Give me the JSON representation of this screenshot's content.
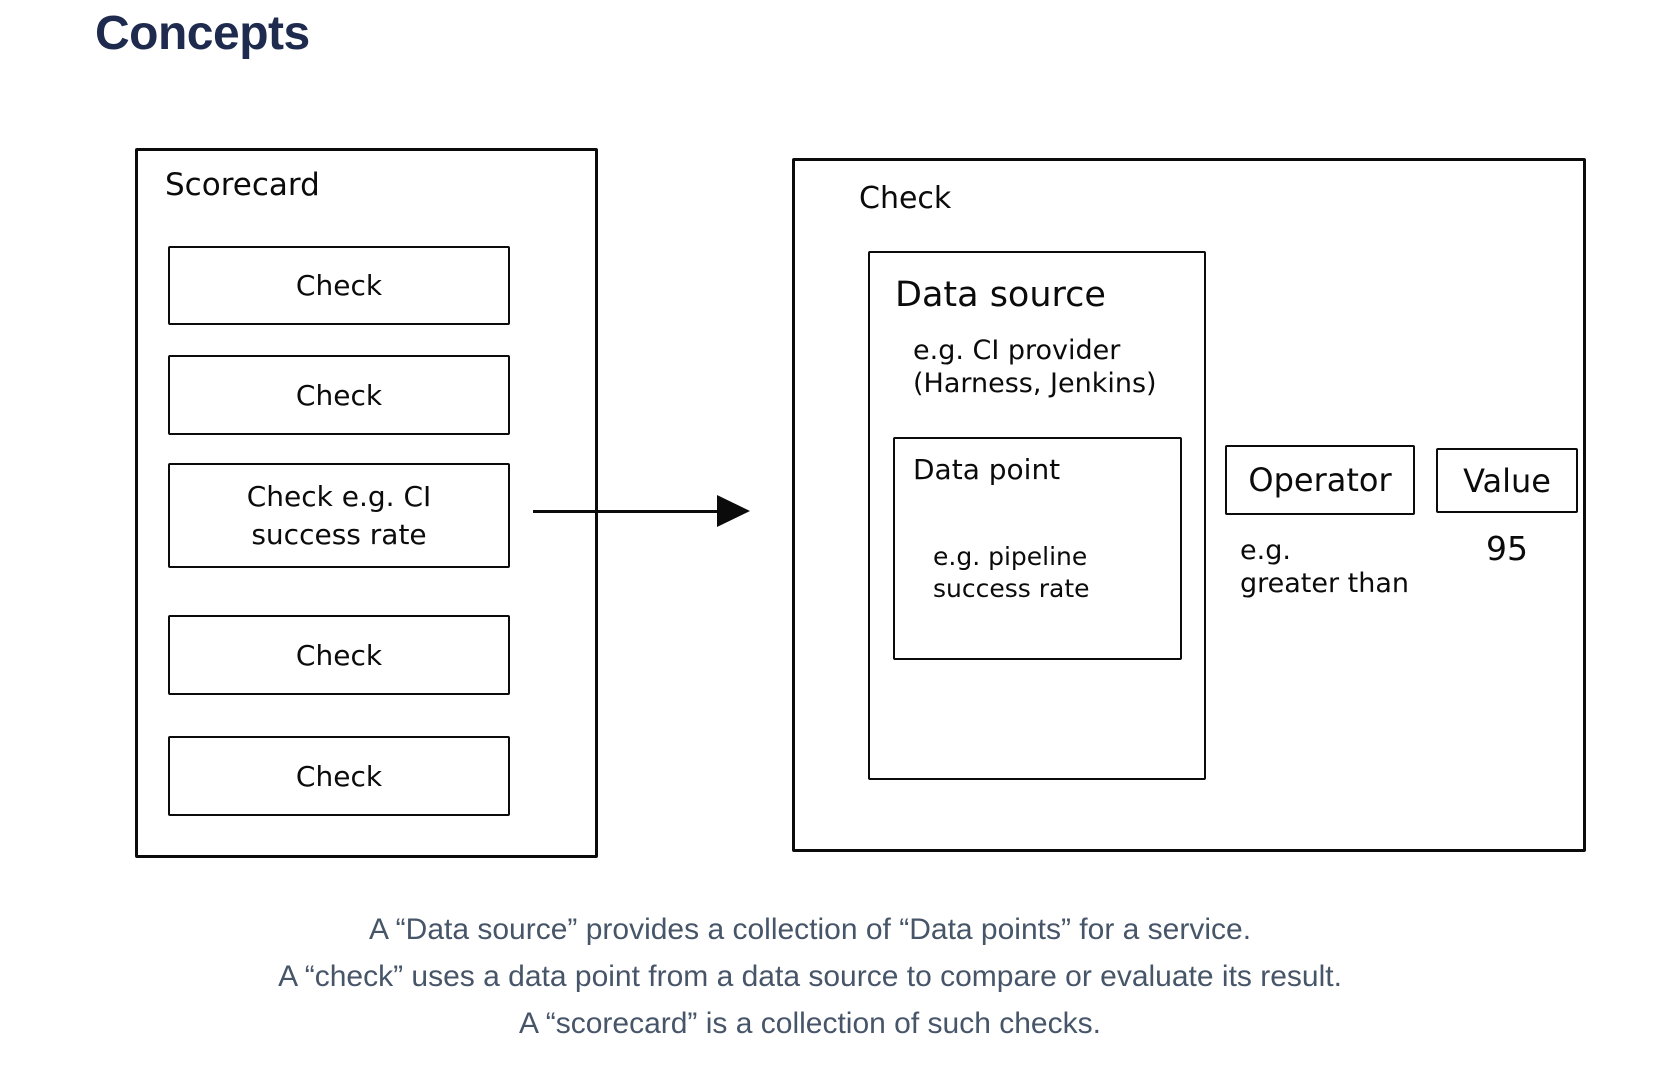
{
  "title": "Concepts",
  "scorecard": {
    "label": "Scorecard",
    "checks": [
      "Check",
      "Check",
      "Check e.g. CI success rate",
      "Check",
      "Check"
    ]
  },
  "check_panel": {
    "label": "Check",
    "data_source": {
      "label": "Data source",
      "example_line1": "e.g. CI provider",
      "example_line2": "(Harness, Jenkins)",
      "data_point": {
        "label": "Data point",
        "example_line1": "e.g. pipeline",
        "example_line2": "success rate"
      }
    },
    "operator": {
      "label": "Operator",
      "example_line1": "e.g.",
      "example_line2": "greater than"
    },
    "value": {
      "label": "Value",
      "example": "95"
    }
  },
  "caption": {
    "line1": "A “Data source” provides a collection of “Data points” for a service.",
    "line2": "A “check” uses a data point from a data source to compare or evaluate its result.",
    "line3": "A “scorecard” is a collection of such checks."
  },
  "colors": {
    "title": "#1f2b4e",
    "caption": "#475569",
    "ink": "#0b0b0b"
  }
}
